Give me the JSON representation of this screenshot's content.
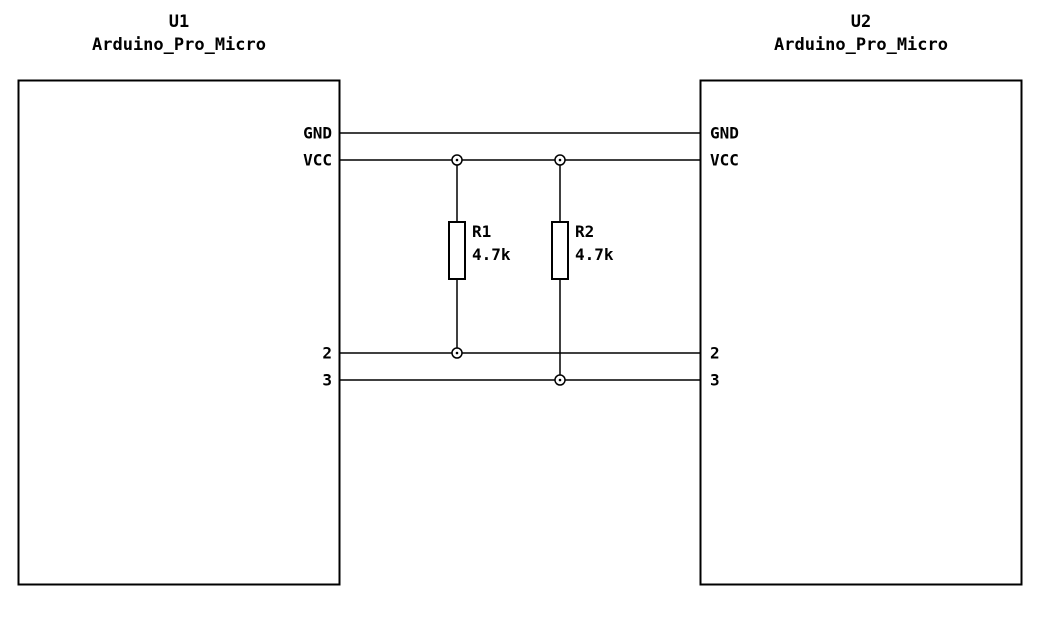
{
  "schematic": {
    "background_color": "#ffffff",
    "wire_color": "#000000",
    "components": {
      "u1": {
        "ref": "U1",
        "value": "Arduino_Pro_Micro"
      },
      "u2": {
        "ref": "U2",
        "value": "Arduino_Pro_Micro"
      },
      "r1": {
        "ref": "R1",
        "value": "4.7k"
      },
      "r2": {
        "ref": "R2",
        "value": "4.7k"
      }
    },
    "u1_pins": {
      "gnd": "GND",
      "vcc": "VCC",
      "p2": "2",
      "p3": "3"
    },
    "u2_pins": {
      "gnd": "GND",
      "vcc": "VCC",
      "p2": "2",
      "p3": "3"
    }
  }
}
